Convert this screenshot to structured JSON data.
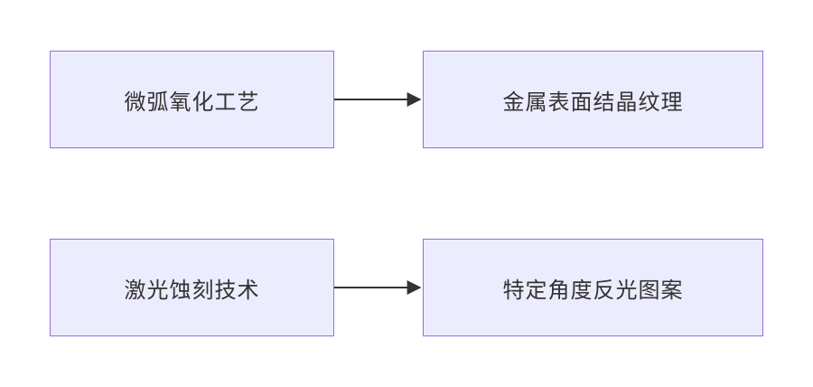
{
  "diagram": {
    "nodes": [
      {
        "id": "n1",
        "label": "微弧氧化工艺"
      },
      {
        "id": "n2",
        "label": "金属表面结晶纹理"
      },
      {
        "id": "n3",
        "label": "激光蚀刻技术"
      },
      {
        "id": "n4",
        "label": "特定角度反光图案"
      }
    ],
    "edges": [
      {
        "from": "n1",
        "to": "n2"
      },
      {
        "from": "n3",
        "to": "n4"
      }
    ]
  },
  "colors": {
    "node_fill": "#ececff",
    "node_border": "#9370db",
    "edge": "#333333",
    "text": "#333333"
  }
}
